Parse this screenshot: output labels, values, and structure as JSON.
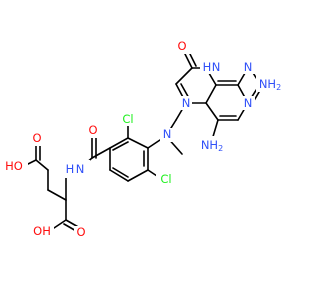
{
  "colors": {
    "bond": "#000000",
    "oxygen": "#ff0d0d",
    "nitrogen": "#3050f8",
    "chlorine": "#1ff01f",
    "background": "#ffffff"
  },
  "atoms": {
    "o_keto": "O",
    "nh_n8": "H",
    "nh_n8_n": "N",
    "n1": "N",
    "n3": "N",
    "n5": "N",
    "nh2_top": "NH",
    "nh2_top_sub": "2",
    "nh2_bottom": "NH",
    "nh2_bottom_sub": "2",
    "n_methyl": "N",
    "cl_top": "Cl",
    "cl_bottom": "Cl",
    "o_amide": "O",
    "nh_amide_h": "H",
    "nh_amide_n": "N",
    "o_acid1": "O",
    "oh_acid1": "HO",
    "o_acid2": "O",
    "oh_acid2": "OH"
  }
}
